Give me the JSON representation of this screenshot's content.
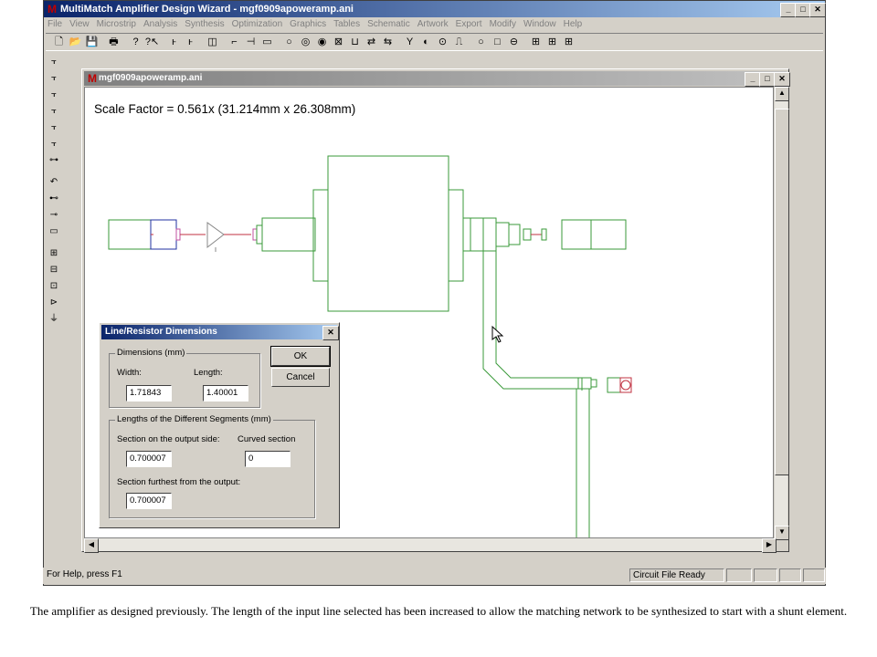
{
  "app": {
    "title": "MultiMatch Amplifier Design Wizard - mgf0909apoweramp.ani",
    "logo_letter": "M",
    "menu": [
      "File",
      "View",
      "Microstrip",
      "Analysis",
      "Synthesis",
      "Optimization",
      "Graphics",
      "Tables",
      "Schematic",
      "Artwork",
      "Export",
      "Modify",
      "Window",
      "Help"
    ],
    "caption_buttons": {
      "minimize": "_",
      "maximize": "□",
      "close": "✕"
    }
  },
  "toolbar": {
    "icons": [
      "new-file-icon",
      "open-folder-icon",
      "save-icon",
      "print-icon",
      "help-icon",
      "context-help-icon",
      "fork-a-icon",
      "fork-b-icon",
      "dc-icon",
      "tee-line-icon",
      "cross-icon",
      "box-icon",
      "circle-a-icon",
      "circle-b-icon",
      "circle-c-icon",
      "square-x-icon",
      "junction-icon",
      "equals-icon",
      "arrows-icon",
      "circle-y-icon",
      "circle-arrow-icon",
      "circle-dot-icon",
      "pulse-icon",
      "circle-o-icon",
      "square-o-icon",
      "circle-minus-icon",
      "grid-a-icon",
      "grid-b-icon",
      "grid-c-icon"
    ],
    "glyphs": [
      "🗋",
      "📂",
      "💾",
      "🖶",
      "?",
      "?↖",
      "ⱶ",
      "ⱶ",
      "◫",
      "⌐",
      "⊣",
      "▭",
      "○",
      "◎",
      "◉",
      "⊠",
      "⊔",
      "⇄",
      "⇆",
      "Y",
      "◐",
      "⊙",
      "⎍",
      "○",
      "□",
      "⊖",
      "⊞",
      "⊞",
      "⊞"
    ]
  },
  "left_toolbar": {
    "icons": [
      "shunt-a-icon",
      "shunt-b-icon",
      "shunt-c-icon",
      "shunt-d-icon",
      "shunt-e-icon",
      "shunt-f-icon",
      "series-line-icon",
      "undo-icon",
      "series-a-icon",
      "series-b-icon",
      "line-icon",
      "plus-box-icon",
      "minus-box-icon",
      "circle-box-icon",
      "arrow-box-icon",
      "ground-icon"
    ],
    "glyphs": [
      "⫟",
      "⫟",
      "⫟",
      "⫟",
      "⫟",
      "⫟",
      "⊶",
      "↶",
      "⊷",
      "⊸",
      "▭",
      "⊞",
      "⊟",
      "⊡",
      "⊳",
      "⏚"
    ]
  },
  "child": {
    "title": "mgf0909apoweramp.ani",
    "scale_text": "Scale Factor =  0.561x (31.214mm x 26.308mm)"
  },
  "dialog": {
    "title": "Line/Resistor Dimensions",
    "close": "✕",
    "ok_label": "OK",
    "cancel_label": "Cancel",
    "dimensions_group": "Dimensions (mm)",
    "width_label": "Width:",
    "length_label": "Length:",
    "width_value": "1.71843",
    "length_value": "1.40001",
    "segments_group": "Lengths of the Different Segments (mm)",
    "output_side_label": "Section on the output side:",
    "curved_label": "Curved section",
    "output_side_value": "0.700007",
    "curved_value": "0",
    "furthest_label": "Section furthest from the output:",
    "furthest_value": "0.700007"
  },
  "status": {
    "help_text": "For Help, press F1",
    "state_text": "Circuit File Ready"
  },
  "caption": "The amplifier as designed previously. The length of the input line selected has been increased to allow the matching network to be synthesized to start with a shunt element.",
  "colors": {
    "layout_green": "#3a9a3a",
    "layout_blue": "#2030a0",
    "layout_red": "#c03040",
    "layout_magenta": "#c050a0"
  }
}
